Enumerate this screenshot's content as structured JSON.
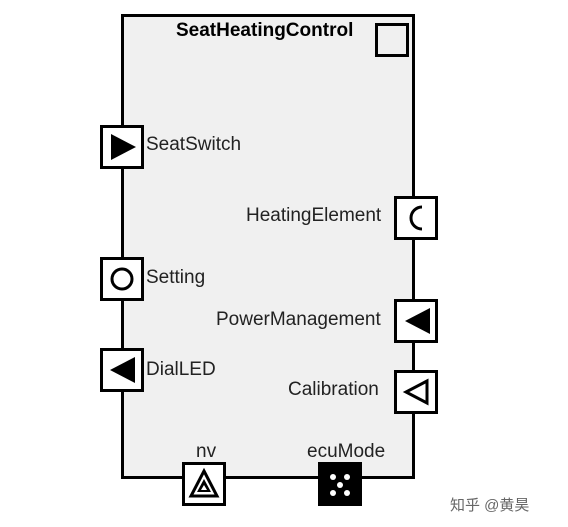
{
  "component": {
    "name": "SeatHeatingControl",
    "icon": "component-square-icon"
  },
  "ports": [
    {
      "name": "SeatSwitch",
      "icon": "receiver-port-icon"
    },
    {
      "name": "Setting",
      "icon": "parameter-port-icon"
    },
    {
      "name": "DialLED",
      "icon": "sender-port-icon"
    },
    {
      "name": "HeatingElement",
      "icon": "client-port-icon"
    },
    {
      "name": "PowerManagement",
      "icon": "sender-port-icon"
    },
    {
      "name": "Calibration",
      "icon": "calibration-port-icon"
    },
    {
      "name": "nv",
      "icon": "nvdata-port-icon"
    },
    {
      "name": "ecuMode",
      "icon": "mode-port-icon"
    }
  ],
  "watermark": "知乎 @黄昊"
}
